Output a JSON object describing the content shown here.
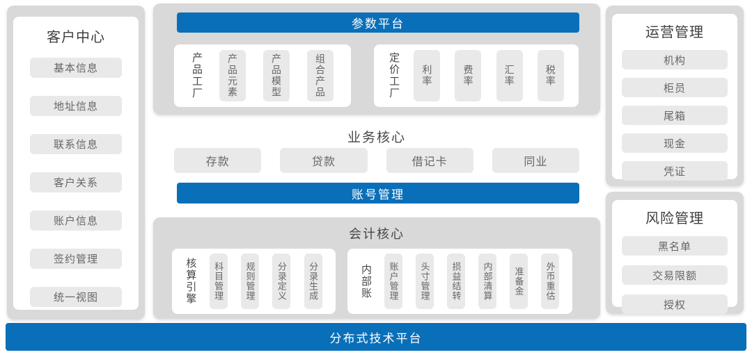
{
  "colors": {
    "blue": "#0a6fb9",
    "panel_gray": "#d9d9d9",
    "chip_gray": "#e9e9e9",
    "title_text": "#3e3e3e",
    "chip_text": "#666666"
  },
  "left_panel": {
    "title": "客户中心",
    "items": [
      "基本信息",
      "地址信息",
      "联系信息",
      "客户关系",
      "账户信息",
      "签约管理",
      "统一视图"
    ]
  },
  "center": {
    "param_platform": {
      "title": "参数平台",
      "groups": [
        {
          "label": "产品工厂",
          "chips": [
            "产品元素",
            "产品模型",
            "组合产品"
          ]
        },
        {
          "label": "定价工厂",
          "chips": [
            "利率",
            "费率",
            "汇率",
            "税率"
          ]
        }
      ]
    },
    "business_core": {
      "title": "业务核心",
      "chips": [
        "存款",
        "贷款",
        "借记卡",
        "同业"
      ]
    },
    "account_mgmt": {
      "title": "账号管理"
    },
    "accounting_core": {
      "title": "会计核心",
      "groups": [
        {
          "label": "核算引擎",
          "chips": [
            "科目管理",
            "规则管理",
            "分录定义",
            "分录生成"
          ]
        },
        {
          "label": "内部账",
          "chips": [
            "账户管理",
            "头寸管理",
            "损益结转",
            "内部清算",
            "准备金",
            "外币重估"
          ]
        }
      ]
    }
  },
  "right_panels": {
    "operations": {
      "title": "运营管理",
      "items": [
        "机构",
        "柜员",
        "尾箱",
        "现金",
        "凭证"
      ]
    },
    "risk": {
      "title": "风险管理",
      "items": [
        "黑名单",
        "交易限额",
        "授权"
      ]
    }
  },
  "bottom_bar": {
    "title": "分布式技术平台"
  }
}
